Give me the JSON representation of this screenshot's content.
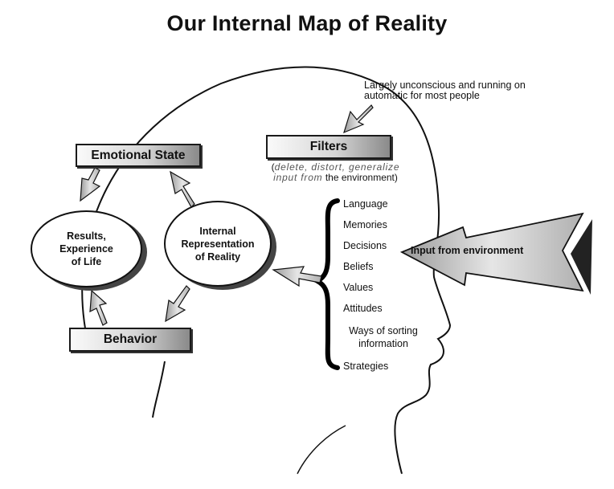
{
  "title": "Our Internal Map of Reality",
  "note": "Largely unconscious and running on automatic for most people",
  "boxes": {
    "emotional_state": "Emotional State",
    "filters": "Filters",
    "behavior": "Behavior"
  },
  "filters_note": {
    "open": "(",
    "italic": "delete, distort, generalize input from",
    "plain": "the environment)"
  },
  "ellipses": {
    "results": "Results,\nExperience\nof Life",
    "internal": "Internal\nRepresentation\nof Reality"
  },
  "filter_items": [
    "Language",
    "Memories",
    "Decisions",
    "Beliefs",
    "Values",
    "Attitudes",
    "Ways of sorting\ninformation",
    "Strategies"
  ],
  "input_label": "Input from environment",
  "colors": {
    "stroke": "#111111",
    "box_dark": "#8a8a8a",
    "arrow_fill": "#cfcfcf"
  }
}
